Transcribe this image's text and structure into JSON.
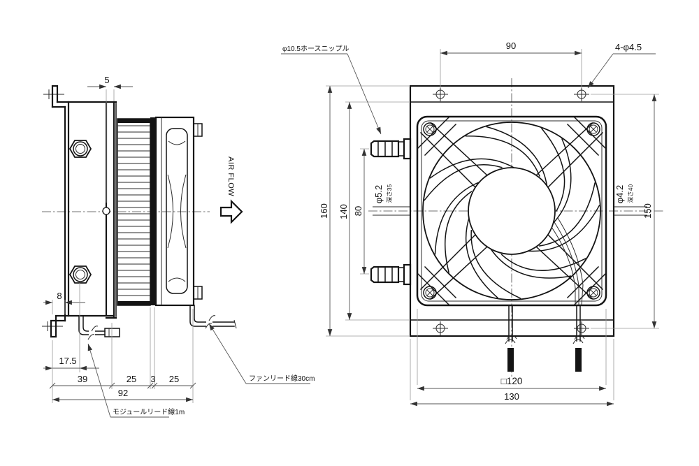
{
  "side_view": {
    "air_flow": "AIR FLOW",
    "dim_5": "5",
    "dim_8": "8",
    "dim_17_5": "17.5",
    "dim_39": "39",
    "dim_25a": "25",
    "dim_3": "3",
    "dim_25b": "25",
    "dim_92": "92",
    "module_lead_label": "モジュールリード線1m",
    "fan_lead_label": "ファンリード線30cm"
  },
  "front_view": {
    "hose_nipple_label": "φ10.5ホースニップル",
    "mount_holes_label": "4-φ4.5",
    "dim_90": "90",
    "dim_160": "160",
    "dim_140": "140",
    "dim_80": "80",
    "dim_150": "150",
    "dim_fan_square": "□120",
    "dim_130": "130",
    "port_left_dia": "φ5.2",
    "port_left_depth": "深さ35",
    "port_right_dia": "φ4.2",
    "port_right_depth": "深さ40"
  },
  "colors": {
    "line": "#141414",
    "dimension": "#555555",
    "extension": "#9a9a9a",
    "background": "#ffffff"
  }
}
